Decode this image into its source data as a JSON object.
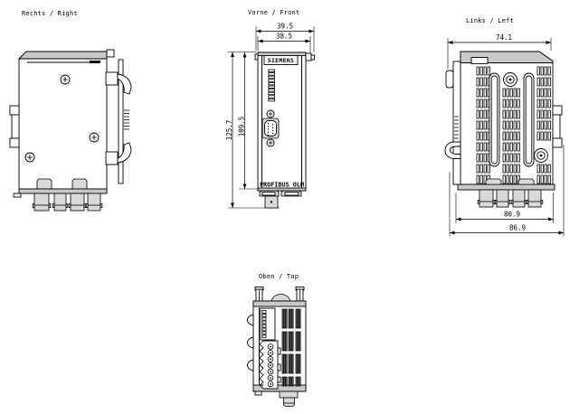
{
  "drawing": {
    "title_labels": {
      "right": "Rechts / Right",
      "front": "Vorne / Front",
      "left": "Links / Left",
      "top": "Oben / Top"
    },
    "front": {
      "brand": "SIEMENS",
      "product": "PROFIBUS OLM",
      "dim_width_outer": "39.5",
      "dim_width_inner": "38.5",
      "dim_height_outer": "125.7",
      "dim_height_inner": "109.5"
    },
    "left": {
      "dim_top": "74.1",
      "dim_bottom_inner": "80.9",
      "dim_bottom_outer": "86.9"
    },
    "colors": {
      "line": "#000000",
      "background": "#ffffff",
      "shade": "#c9c9c9",
      "connector_shade": "#d9d9d9"
    }
  }
}
